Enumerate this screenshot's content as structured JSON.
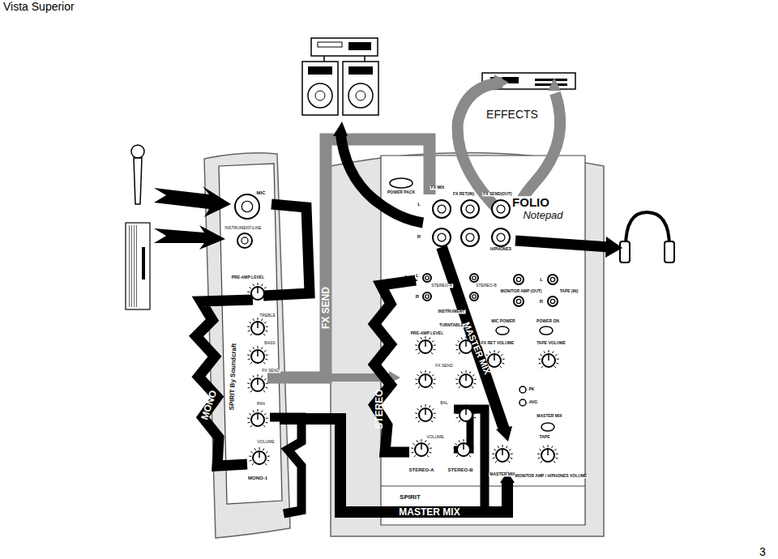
{
  "diagram": {
    "title": "Vista Superior",
    "labels": [
      "MONO",
      "FX SEND",
      "STEREO",
      "MASTER MIX",
      "MASTER MIX",
      "EFFECTS",
      "MIC",
      "INSTRUMENT/LINE",
      "PRE-AMP LEVEL",
      "TREBLE",
      "BASS",
      "FX SEND",
      "PAN",
      "VOLUME",
      "MONO-1",
      "SPIRIT By Soundcraft",
      "POWER PACK",
      "FX MIX",
      "FX RET(IN)",
      "FX SEND(OUT)",
      "FOLIO",
      "Notepad",
      "H/PHONES",
      "STEREO-A",
      "STEREO-B",
      "INSTRUMENT",
      "TURNTABLE",
      "PRE-AMP LEVEL",
      "FX SEND",
      "BAL",
      "VOLUME",
      "STEREO-A",
      "STEREO-B",
      "MONITOR AMP (OUT)",
      "TAPE (IN)",
      "MIC POWER",
      "POWER ON",
      "FX RET VOLUME",
      "TAPE VOLUME",
      "PK",
      "AVG",
      "MASTER MIX",
      "TAPE",
      "MASTER MIX",
      "MONITOR AMP / H/PHONES VOLUME",
      "SPIRIT",
      "3",
      "L",
      "R",
      "L",
      "R",
      "L",
      "R"
    ]
  }
}
